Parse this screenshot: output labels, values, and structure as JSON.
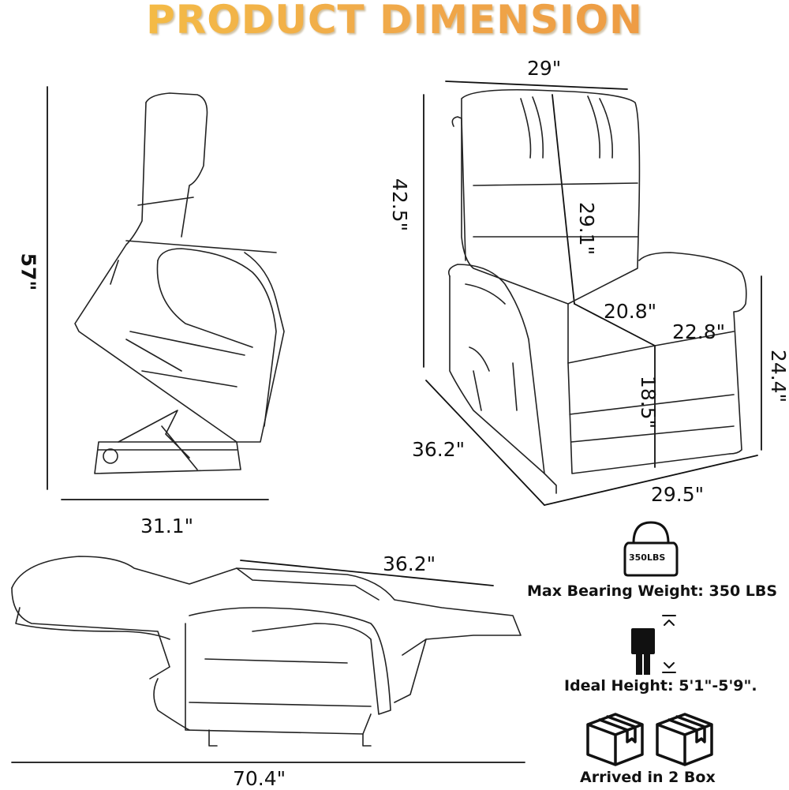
{
  "title": "PRODUCT DIMENSION",
  "colors": {
    "title_start": "#f6c544",
    "title_end": "#ec9440",
    "line": "#222222"
  },
  "dimensions": {
    "front_width_top": "29\"",
    "front_height": "42.5\"",
    "backrest_height": "29.1\"",
    "seat_width": "20.8\"",
    "seat_depth": "22.8\"",
    "seat_height": "18.5\"",
    "arm_height": "24.4\"",
    "depth": "36.2\"",
    "base_width": "29.5\"",
    "lift_height": "57\"",
    "lift_depth": "31.1\"",
    "recline_arm_length": "36.2\"",
    "recline_length": "70.4\""
  },
  "features": {
    "weight_icon_label": "350LBS",
    "max_weight": "Max Bearing Weight: 350 LBS",
    "ideal_height": "Ideal Height: 5'1\"-5'9\".",
    "boxes": "Arrived in 2 Box"
  },
  "icons": [
    "weight-icon",
    "person-height-icon",
    "box-icon",
    "box-icon"
  ]
}
